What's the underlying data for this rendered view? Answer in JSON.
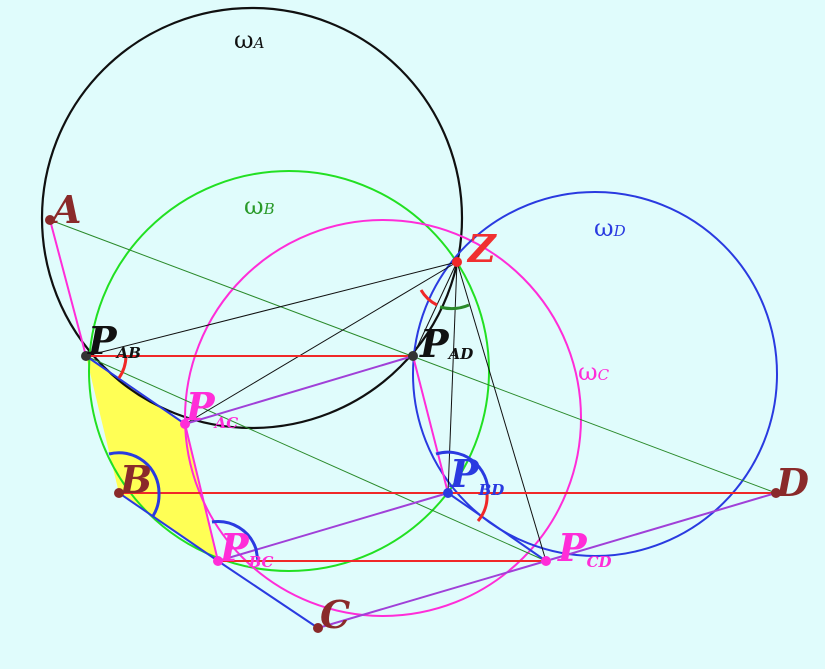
{
  "colors": {
    "background": "#e0fcfc",
    "omega_a": "#101010",
    "omega_b": "#22e022",
    "omega_c": "#ff2dd8",
    "omega_d": "#2a3ae0",
    "red": "#f02828",
    "magenta": "#ff2dd8",
    "purple": "#a040d8",
    "blue": "#2a3ae0",
    "green": "#2a8a2a",
    "black": "#101010",
    "highlight": "#ffff55",
    "point_vertex": "#8a2a2a",
    "label_vertex": "#8a2a2a",
    "label_z": "#f03030",
    "label_pab": "#111111",
    "label_pad": "#111111",
    "label_pac": "#ff2dd8",
    "label_pbc": "#ff2dd8",
    "label_pcd": "#ff2dd8",
    "label_pbd": "#2a3ae0"
  },
  "labels": {
    "omega_a": {
      "letter": "ω",
      "sub": "A"
    },
    "omega_b": {
      "letter": "ω",
      "sub": "B"
    },
    "omega_c": {
      "letter": "ω",
      "sub": "C"
    },
    "omega_d": {
      "letter": "ω",
      "sub": "D"
    },
    "point_a": "A",
    "point_b": "B",
    "point_c": "C",
    "point_d": "D",
    "point_z": "Z",
    "p_ab": {
      "letter": "P",
      "sub": "AB"
    },
    "p_ad": {
      "letter": "P",
      "sub": "AD"
    },
    "p_ac": {
      "letter": "P",
      "sub": "AC"
    },
    "p_bd": {
      "letter": "P",
      "sub": "BD"
    },
    "p_bc": {
      "letter": "P",
      "sub": "BC"
    },
    "p_cd": {
      "letter": "P",
      "sub": "CD"
    }
  }
}
